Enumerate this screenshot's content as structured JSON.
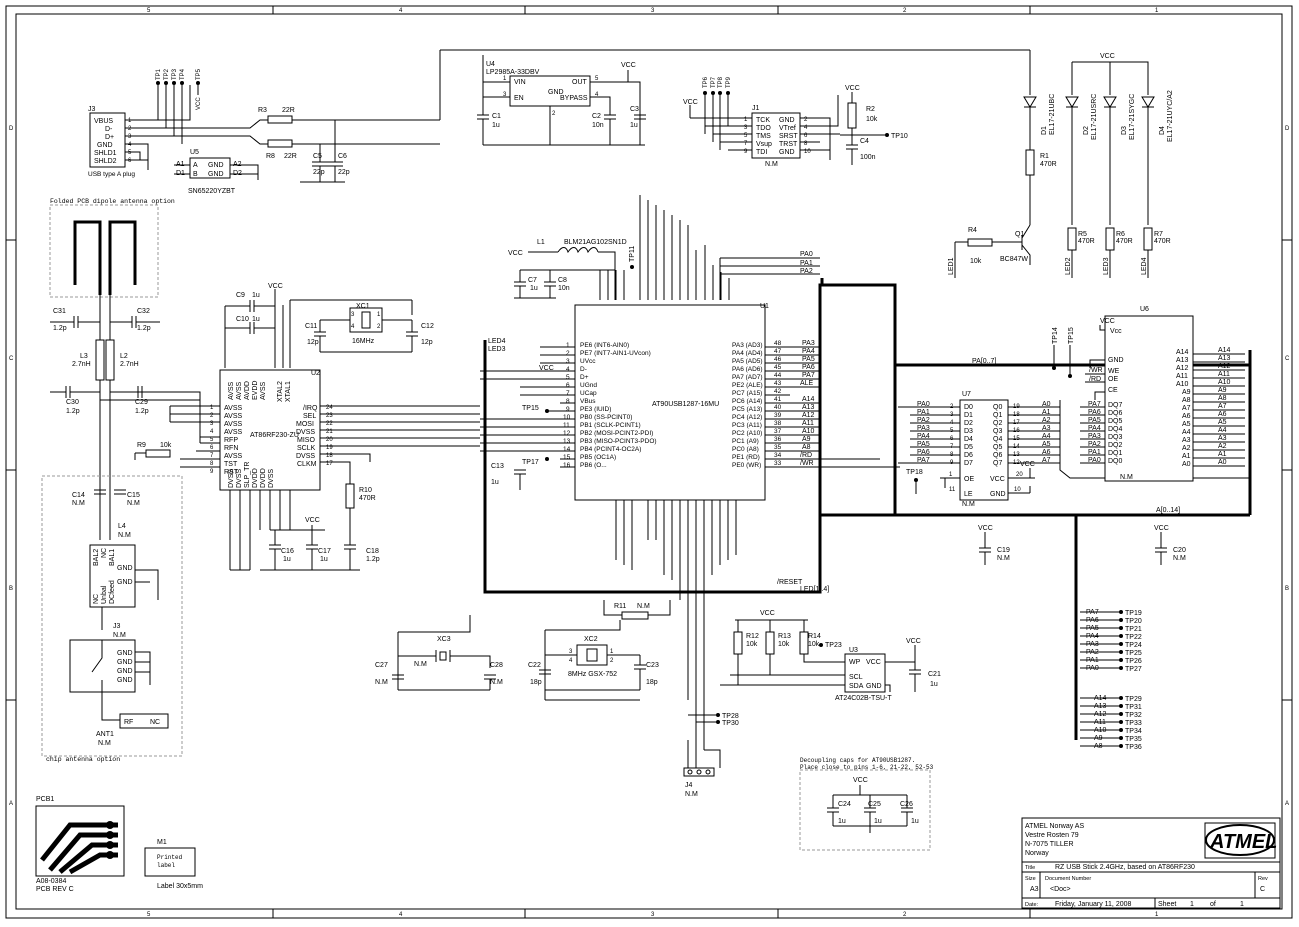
{
  "frame": {
    "col_markers": [
      "5",
      "4",
      "3",
      "2",
      "1"
    ],
    "row_markers": [
      "D",
      "C",
      "B",
      "A"
    ]
  },
  "usb": {
    "ref": "J3",
    "pins": [
      "VBUS",
      "D-",
      "D+",
      "GND",
      "SHLD1",
      "SHLD2"
    ],
    "nums": [
      "1",
      "2",
      "3",
      "4",
      "5",
      "6"
    ],
    "caption": "USB type A plug",
    "tps": [
      "TP1",
      "TP2",
      "TP3",
      "TP4"
    ],
    "tp5": "TP5",
    "vcc": "VCC"
  },
  "u5": {
    "ref": "U5",
    "part": "SN65220YZBT",
    "pins_l": [
      "A1",
      "D1"
    ],
    "inner_l": [
      "A",
      "B"
    ],
    "inner_r": [
      "GND",
      "GND"
    ],
    "pins_r": [
      "A2",
      "D2"
    ]
  },
  "r3": {
    "ref": "R3",
    "val": "22R"
  },
  "r8": {
    "ref": "R8",
    "val": "22R"
  },
  "c5": {
    "ref": "C5",
    "val": "22p"
  },
  "c6": {
    "ref": "C6",
    "val": "22p"
  },
  "u4": {
    "ref": "U4",
    "part": "LP2985A-33DBV",
    "pins": [
      "VIN",
      "EN",
      "GND",
      "OUT",
      "BYPASS"
    ],
    "nums": [
      "1",
      "3",
      "2",
      "5",
      "4"
    ]
  },
  "c1": {
    "ref": "C1",
    "val": "1u"
  },
  "c2": {
    "ref": "C2",
    "val": "10n"
  },
  "c3": {
    "ref": "C3",
    "val": "1u"
  },
  "vcc": "VCC",
  "j1": {
    "ref": "J1",
    "left": [
      "TCK",
      "TDO",
      "TMS",
      "Vsup",
      "TDI"
    ],
    "right": [
      "GND",
      "VTref",
      "SRST",
      "TRST",
      "GND"
    ],
    "lnum": [
      "1",
      "3",
      "5",
      "7",
      "9"
    ],
    "rnum": [
      "2",
      "4",
      "6",
      "8",
      "10"
    ],
    "nm": "N.M"
  },
  "tp6": [
    "TP6",
    "TP7",
    "TP8",
    "TP9"
  ],
  "r2": {
    "ref": "R2",
    "val": "10k"
  },
  "c4": {
    "ref": "C4",
    "val": "100n"
  },
  "tp10": "TP10",
  "leds": [
    {
      "ref": "D1",
      "part": "EL17-21UBC"
    },
    {
      "ref": "D2",
      "part": "EL17-21USRC"
    },
    {
      "ref": "D3",
      "part": "EL17-21SYGC"
    },
    {
      "ref": "D4",
      "part": "EL17-21UYC/A2"
    }
  ],
  "r1": {
    "ref": "R1",
    "val": "470R"
  },
  "r4": {
    "ref": "R4",
    "val": "10k"
  },
  "q1": {
    "ref": "Q1",
    "part": "BC847W"
  },
  "r5": {
    "ref": "R5",
    "val": "470R"
  },
  "r6": {
    "ref": "R6",
    "val": "470R"
  },
  "r7": {
    "ref": "R7",
    "val": "470R"
  },
  "led_nets": [
    "LED1",
    "LED2",
    "LED3",
    "LED4"
  ],
  "antenna_note": "Folded PCB dipole antenna option",
  "chip_note": "chip antenna option",
  "c31": {
    "ref": "C31",
    "val": "1.2p"
  },
  "c32": {
    "ref": "C32",
    "val": "1.2p"
  },
  "l3": {
    "ref": "L3",
    "val": "2.7nH"
  },
  "l2": {
    "ref": "L2",
    "val": "2.7nH"
  },
  "c30": {
    "ref": "C30",
    "val": "1.2p"
  },
  "c29": {
    "ref": "C29",
    "val": "1.2p"
  },
  "c9": {
    "ref": "C9",
    "val": "1u"
  },
  "c10": {
    "ref": "C10",
    "val": "1u"
  },
  "xc1": {
    "ref": "XC1",
    "val": "16MHz"
  },
  "c11": {
    "ref": "C11",
    "val": "12p"
  },
  "c12": {
    "ref": "C12",
    "val": "12p"
  },
  "u2": {
    "ref": "U2",
    "part": "AT86RF230-ZU",
    "left": [
      "AVSS",
      "AVSS",
      "AVSS",
      "AVSS",
      "RFP",
      "RFN",
      "AVSS",
      "TST",
      "RST"
    ],
    "lnum": [
      "1",
      "2",
      "3",
      "4",
      "5",
      "6",
      "7",
      "8",
      "9"
    ],
    "right": [
      "/IRQ",
      "SEL",
      "MOSI",
      "DVSS",
      "MISO",
      "SCLK",
      "DVSS",
      "CLKM"
    ],
    "rnum": [
      "24",
      "23",
      "22",
      "21",
      "20",
      "19",
      "18",
      "17"
    ],
    "top": [
      "AVSS",
      "AVSS",
      "AVDD",
      "EVDD",
      "AVSS",
      "XTAL2",
      "XTAL1"
    ],
    "bot": [
      "DVSS",
      "DVSS",
      "SLP_TR",
      "DVDD",
      "DVDD",
      "DVSS"
    ]
  },
  "r9": {
    "ref": "R9",
    "val": "10k"
  },
  "c16": {
    "ref": "C16",
    "val": "1u"
  },
  "c17": {
    "ref": "C17",
    "val": "1u"
  },
  "c18": {
    "ref": "C18",
    "val": "1.2p"
  },
  "r10": {
    "ref": "R10",
    "val": "470R"
  },
  "c14": {
    "ref": "C14",
    "val": "N.M"
  },
  "c15": {
    "ref": "C15",
    "val": "N.M"
  },
  "l4": {
    "ref": "L4",
    "val": "N.M",
    "pins": [
      "BAL2",
      "NC",
      "BAL1",
      "GND",
      "GND",
      "NC",
      "Unbal",
      "DCfeed"
    ]
  },
  "j3b": {
    "ref": "J3",
    "val": "N.M",
    "pins": [
      "GND",
      "GND",
      "GND",
      "GND"
    ]
  },
  "ant1": {
    "ref": "ANT1",
    "val": "N.M",
    "pins": [
      "RF",
      "NC"
    ]
  },
  "l1": {
    "ref": "L1",
    "part": "BLM21AG102SN1D"
  },
  "c7": {
    "ref": "C7",
    "val": "1u"
  },
  "c8": {
    "ref": "C8",
    "val": "10n"
  },
  "tp11": "TP11",
  "u1": {
    "ref": "U1",
    "part": "AT90USB1287-16MU",
    "left": [
      "PE6 (INT6-AIN0)",
      "PE7 (INT7-AIN1-UVcon)",
      "UVcc",
      "D-",
      "D+",
      "UGnd",
      "UCap",
      "VBus",
      "PE3 (IUID)",
      "PB0 (SS-PCINT0)",
      "PB1 (SCLK-PCINT1)",
      "PB2 (MOSI-PCINT2-PDI)",
      "PB3 (MISO-PCINT3-PDO)",
      "PB4 (PCINT4-OC2A)",
      "PB5 (OC1A)",
      "PB6 (O..."
    ],
    "lnum": [
      "1",
      "2",
      "3",
      "4",
      "5",
      "6",
      "7",
      "8",
      "9",
      "10",
      "11",
      "12",
      "13",
      "14",
      "15",
      "16"
    ],
    "right": [
      "PA3 (AD3)",
      "PA4 (AD4)",
      "PA5 (AD5)",
      "PA6 (AD6)",
      "PA7 (AD7)",
      "PE2 (ALE)",
      "PC7 (A15)",
      "PC6 (A14)",
      "PC5 (A13)",
      "PC4 (A12)",
      "PC3 (A11)",
      "PC2 (A10)",
      "PC1 (A9)",
      "PC0 (A8)",
      "PE1 (RD)",
      "PE0 (WR)"
    ],
    "rnum": [
      "48",
      "47",
      "46",
      "45",
      "44",
      "43",
      "42",
      "41",
      "40",
      "39",
      "38",
      "37",
      "36",
      "35",
      "34",
      "33"
    ]
  },
  "u1_nets_r": [
    "PA3",
    "PA4",
    "PA5",
    "PA6",
    "PA7",
    "ALE",
    "",
    "A14",
    "A13",
    "A12",
    "A11",
    "A10",
    "A9",
    "A8",
    "/RD",
    "/WR"
  ],
  "pa_nets": [
    "PA0",
    "PA1",
    "PA2"
  ],
  "tp15": "TP15",
  "tp17": "TP17",
  "c13": {
    "ref": "C13",
    "val": "1u"
  },
  "tp14": [
    "TP14",
    "TP15"
  ],
  "bus_pa": "PA[0..7]",
  "bus_a": "A[0..14]",
  "bus_led": "LED[1..4]",
  "reset_net": "/RESET",
  "led_left": [
    "LED4",
    "LED3"
  ],
  "u7": {
    "ref": "U7",
    "val": "N.M",
    "left": [
      "D0",
      "D1",
      "D2",
      "D3",
      "D4",
      "D5",
      "D6",
      "D7"
    ],
    "lnum": [
      "2",
      "3",
      "4",
      "5",
      "6",
      "7",
      "8",
      "9"
    ],
    "right": [
      "Q0",
      "Q1",
      "Q2",
      "Q3",
      "Q4",
      "Q5",
      "Q6",
      "Q7"
    ],
    "rnum": [
      "19",
      "18",
      "17",
      "16",
      "15",
      "14",
      "13",
      "12"
    ],
    "ins": [
      "PA0",
      "PA1",
      "PA2",
      "PA3",
      "PA4",
      "PA5",
      "PA6",
      "PA7"
    ],
    "outs": [
      "A0",
      "A1",
      "A2",
      "A3",
      "A4",
      "A5",
      "A6",
      "A7"
    ],
    "oe": "OE",
    "le": "LE",
    "vcc": "VCC",
    "gnd": "GND"
  },
  "tp18": "TP18",
  "u6": {
    "ref": "U6",
    "val": "N.M",
    "left_sig": [
      "/WR",
      "/RD"
    ],
    "left": [
      "Vcc",
      "GND",
      "WE",
      "OE",
      "CE",
      "DQ7",
      "DQ6",
      "DQ5",
      "DQ4",
      "DQ3",
      "DQ2",
      "DQ1",
      "DQ0"
    ],
    "dnets": [
      "PA7",
      "PA6",
      "PA5",
      "PA4",
      "PA3",
      "PA2",
      "PA1",
      "PA0"
    ],
    "right": [
      "A14",
      "A13",
      "A12",
      "A11",
      "A10",
      "A9",
      "A8",
      "A7",
      "A6",
      "A5",
      "A4",
      "A3",
      "A2",
      "A1",
      "A0"
    ]
  },
  "c19": {
    "ref": "C19",
    "val": "N.M"
  },
  "c20": {
    "ref": "C20",
    "val": "N.M"
  },
  "tp_pa": {
    "nets": [
      "PA7",
      "PA6",
      "PA5",
      "PA4",
      "PA3",
      "PA2",
      "PA1",
      "PA0"
    ],
    "tps": [
      "TP19",
      "TP20",
      "TP21",
      "TP22",
      "TP24",
      "TP25",
      "TP26",
      "TP27"
    ]
  },
  "tp_a": {
    "nets": [
      "A14",
      "A13",
      "A12",
      "A11",
      "A10",
      "A9",
      "A8"
    ],
    "tps": [
      "TP29",
      "TP31",
      "TP32",
      "TP33",
      "TP34",
      "TP35",
      "TP36"
    ]
  },
  "r11": {
    "ref": "R11",
    "val": "N.M"
  },
  "xc3": {
    "ref": "XC3",
    "val": "N.M"
  },
  "c27": {
    "ref": "C27",
    "val": "N.M"
  },
  "c28": {
    "ref": "C28",
    "val": "N.M"
  },
  "xc2": {
    "ref": "XC2",
    "val": "8MHz GSX-752"
  },
  "c22": {
    "ref": "C22",
    "val": "18p"
  },
  "c23": {
    "ref": "C23",
    "val": "18p"
  },
  "r12": {
    "ref": "R12",
    "val": "10k"
  },
  "r13": {
    "ref": "R13",
    "val": "10k"
  },
  "r14": {
    "ref": "R14",
    "val": "10k"
  },
  "tp23": "TP23",
  "u3": {
    "ref": "U3",
    "part": "AT24C02B-TSU-T",
    "pins": [
      "WP",
      "VCC",
      "SCL",
      "SDA",
      "GND"
    ]
  },
  "c21": {
    "ref": "C21",
    "val": "1u"
  },
  "tp28": "TP28",
  "tp30": "TP30",
  "j4": {
    "ref": "J4",
    "val": "N.M"
  },
  "decoup": {
    "note1": "Decoupling caps for AT90USB1287.",
    "note2": "Place close to pins 1-6, 21-22, 52-53",
    "caps": [
      {
        "ref": "C24",
        "val": "1u"
      },
      {
        "ref": "C25",
        "val": "1u"
      },
      {
        "ref": "C26",
        "val": "1u"
      }
    ]
  },
  "pcb1": {
    "ref": "PCB1",
    "part": "A08-0384",
    "rev": "PCB REV C"
  },
  "m1": {
    "ref": "M1",
    "inner1": "Printed",
    "inner2": "label",
    "caption": "Label 30x5mm"
  },
  "title_block": {
    "company": [
      "ATMEL Norway AS",
      "Vestre Rosten 79",
      "N-7075 TILLER",
      "Norway"
    ],
    "title_label": "Title",
    "title": "RZ USB Stick 2.4GHz, based on AT86RF230",
    "size_label": "Size",
    "size": "A3",
    "docnum_label": "Document Number",
    "docnum": "<Doc>",
    "rev_label": "Rev",
    "rev": "C",
    "date_label": "Date:",
    "date": "Friday, January 11, 2008",
    "sheet_label": "Sheet",
    "sheet": "1",
    "of_label": "of",
    "of": "1",
    "logo": "ATMEL"
  }
}
